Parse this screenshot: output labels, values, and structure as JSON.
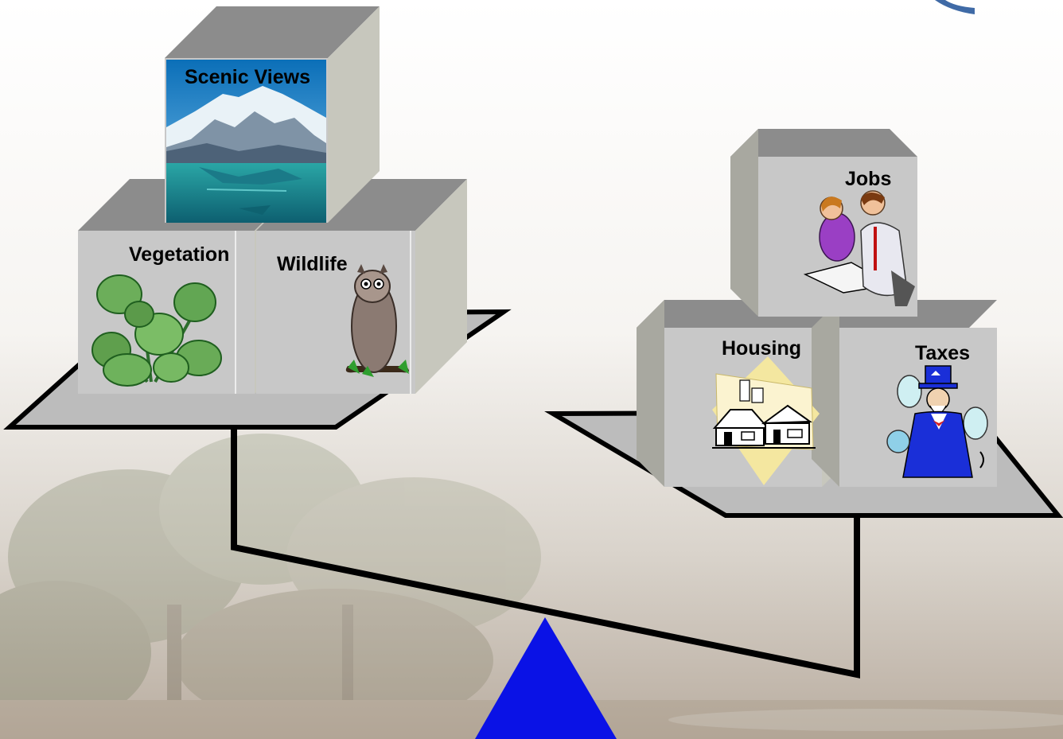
{
  "left_pan": {
    "blocks": {
      "scenic_views": "Scenic Views",
      "vegetation": "Vegetation",
      "wildlife": "Wildlife"
    }
  },
  "right_pan": {
    "blocks": {
      "jobs": "Jobs",
      "housing": "Housing",
      "taxes": "Taxes"
    }
  },
  "colors": {
    "fulcrum": "#0a12e6",
    "block_front": "#c8c8c8",
    "block_top": "#8c8c8c",
    "block_side": "#c7c7bd",
    "platform": "#bcbcbc",
    "beam": "#000000",
    "logo_arc": "#3f6aa6"
  },
  "icons": [
    "mountain-lake-image",
    "leafy-plant-icon",
    "owl-icon",
    "office-workers-icon",
    "houses-icon",
    "uncle-sam-icon"
  ]
}
